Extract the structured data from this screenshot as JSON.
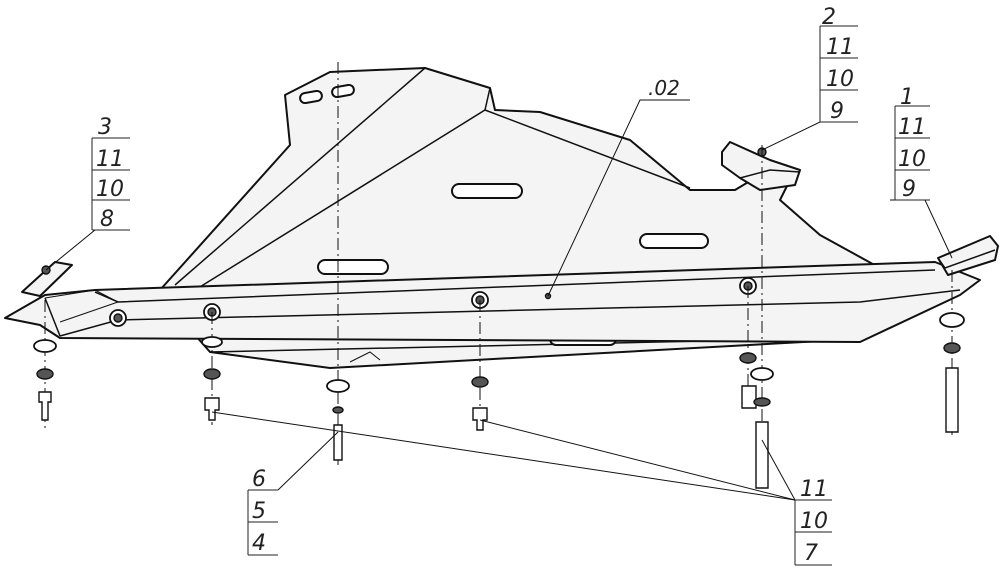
{
  "part_label": ".02",
  "callouts": {
    "c1": [
      "1",
      "11",
      "10",
      "9"
    ],
    "c2": [
      "2",
      "11",
      "10",
      "9"
    ],
    "c3": [
      "3",
      "11",
      "10",
      "8"
    ],
    "c4": [
      "6",
      "5",
      "4"
    ],
    "c5": [
      "11",
      "10",
      "7"
    ]
  },
  "line_color": "#111111",
  "fill_color": "#f4f4f4"
}
